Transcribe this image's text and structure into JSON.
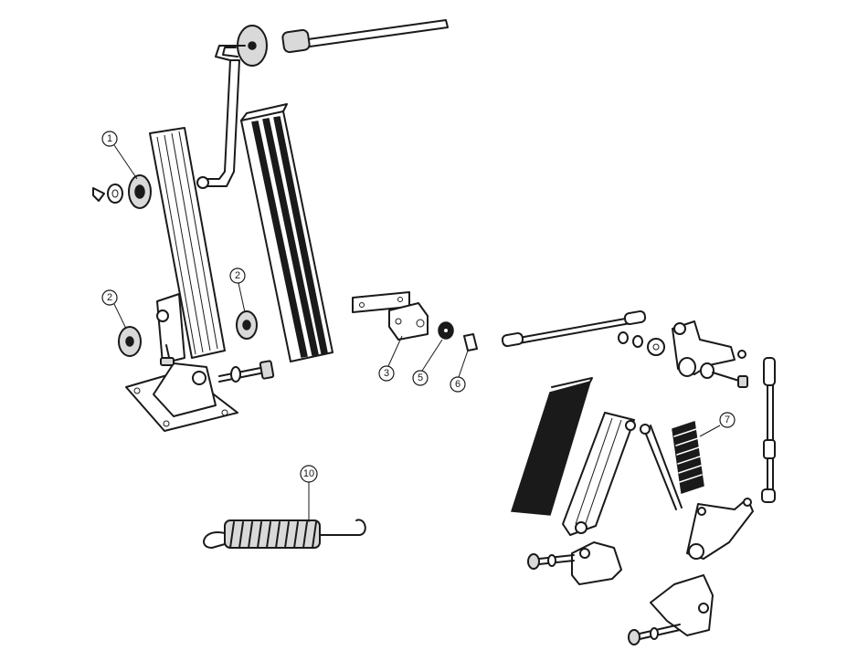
{
  "diagram": {
    "background": "#ffffff",
    "ink": "#1a1a1a",
    "callouts": [
      {
        "id": "c1",
        "label": "1"
      },
      {
        "id": "c2a",
        "label": "2"
      },
      {
        "id": "c2b",
        "label": "2"
      },
      {
        "id": "c3",
        "label": "3"
      },
      {
        "id": "c5",
        "label": "5"
      },
      {
        "id": "c6",
        "label": "6"
      },
      {
        "id": "c7",
        "label": "7"
      },
      {
        "id": "c10",
        "label": "10"
      }
    ]
  }
}
